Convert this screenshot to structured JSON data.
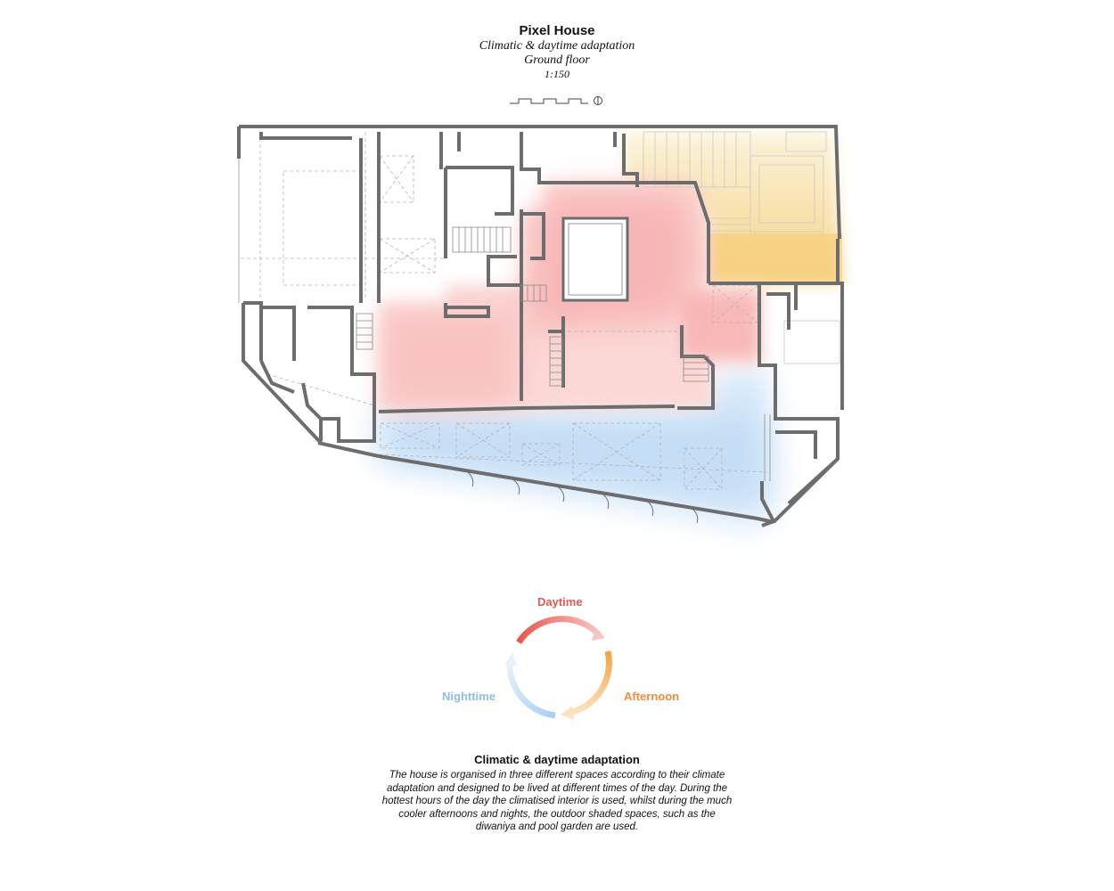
{
  "header": {
    "title": "Pixel House",
    "subtitle": "Climatic & daytime adaptation",
    "floor": "Ground floor",
    "scale": "1:150"
  },
  "cycle": {
    "daytime": {
      "label": "Daytime",
      "color": "#e8574f"
    },
    "afternoon": {
      "label": "Afternoon",
      "color": "#f08a3c"
    },
    "nighttime": {
      "label": "Nighttime",
      "color": "#8dbde6"
    }
  },
  "zones": {
    "climatised_interior": "#f4a0a3",
    "pool_garden": "#f7cf7a",
    "diwaniya": "#a9cff2"
  },
  "description": {
    "title": "Climatic & daytime adaptation",
    "body": "The house is organised in three different spaces according to their climate adaptation and designed to be lived at different times of the day. During the hottest hours of the day the climatised interior is used, whilst during the much cooler afternoons and nights, the outdoor shaded spaces, such as the diwaniya and pool garden are used."
  },
  "icons": [
    "north-arrow-icon",
    "scale-bar-icon"
  ]
}
